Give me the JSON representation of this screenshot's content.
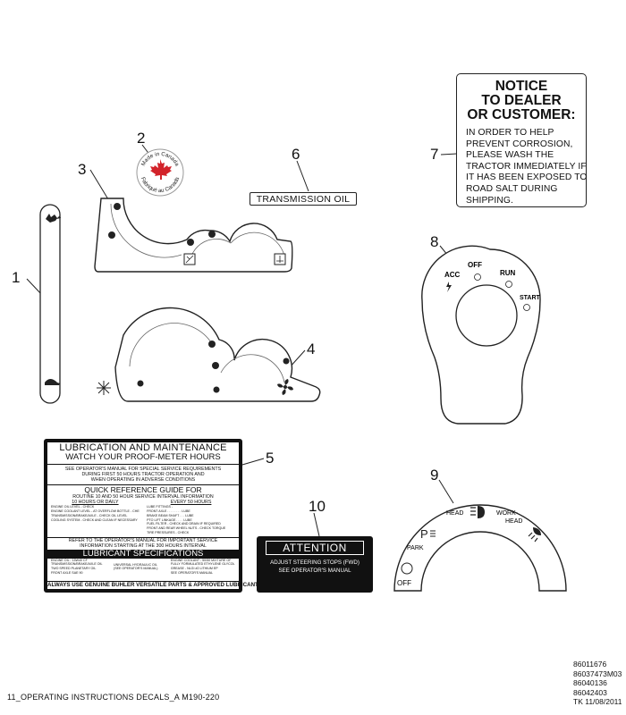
{
  "callouts": [
    "1",
    "2",
    "3",
    "4",
    "5",
    "6",
    "7",
    "8",
    "9",
    "10"
  ],
  "decal_2": {
    "top_text": "Made in Canada",
    "bottom_text": "Fabriqué au Canada",
    "leaf_color": "#d2232a"
  },
  "decal_6": {
    "text": "TRANSMISSION OIL"
  },
  "decal_7": {
    "title": [
      "NOTICE",
      "TO DEALER",
      "OR CUSTOMER:"
    ],
    "body": [
      "IN ORDER TO HELP",
      "PREVENT  CORROSION,",
      "PLEASE WASH THE",
      "TRACTOR IMMEDIATELY IF",
      "IT HAS BEEN EXPOSED TO",
      "ROAD SALT DURING",
      "SHIPPING."
    ]
  },
  "decal_8": {
    "labels": {
      "acc": "ACC",
      "off": "OFF",
      "run": "RUN",
      "start": "START"
    }
  },
  "decal_9": {
    "labels": {
      "off": "OFF",
      "park": "PARK",
      "head": "HEAD",
      "work_head": [
        "WORK-",
        "HEAD"
      ]
    }
  },
  "decal_5": {
    "title": "LUBRICATION AND MAINTENANCE",
    "subtitle": "WATCH YOUR PROOF-METER HOURS",
    "notice": [
      "SEE OPERATOR'S MANUAL FOR SPECIAL SERVICE REQUIREMENTS",
      "DURING FIRST 50 HOURS TRACTOR OPERATION AND",
      "WHEN OPERATING IN ADVERSE CONDITIONS"
    ],
    "guide_title": "QUICK REFERENCE GUIDE FOR",
    "guide_sub": "ROUTINE 10 AND 50 HOUR SERVICE INTERVAL INFORMATION",
    "col_left_head": "10 HOURS OR DAILY",
    "col_right_head": "EVERY 50 HOURS",
    "col_left": [
      "ENGINE OIL LEVEL - CHECK",
      "ENGINE COOLANT LEVEL - AT OVERFLOW BOTTLE - CHECK",
      "TRANSMISSION/BRAKE/AXLE - CHECK OIL LEVEL",
      "COOLING SYSTEM - CHECK AND CLEAN IF NECESSARY"
    ],
    "col_right": [
      "LUBE FITTINGS -",
      "FRONT AXLE . . . . . . . . LUBE",
      "BRAKE BEAM SHAFT . . . LUBE",
      "PTO LIFT LINKAGE . . . . LUBE",
      "FUEL FILTER - CHECK AND DRAIN IF REQUIRED",
      "FRONT AND REAR WHEEL NUTS - CHECK TORQUE",
      "TIRE PRESSURES - CHECK"
    ],
    "refer": [
      "REFER TO THE OPERATOR'S MANUAL FOR IMPORTANT SERVICE",
      "INFORMATION STARTING AT THE 300 HOURS INTERVAL"
    ],
    "spec_title": "LUBRICANT SPECIFICATIONS",
    "spec_left": [
      "ENGINE OIL - 15W40 CF",
      "TRANSMISSION/BRAKE/AXLE OIL",
      "TWO SPEED PLANETARY OIL",
      "FRONT AXLE SAE 90"
    ],
    "spec_mid": [
      "UNIVERSAL HYDRAULIC OIL",
      "(SEE OPERATOR'S MANUAL)"
    ],
    "spec_right": [
      "ENGINE COOLANT - 50/50 MIXTURE OF",
      "FULLY FORMULATED ETHYLENE GLYCOL & WATER",
      "GREASE - NLGI #2 LITHIUM EP",
      "SEE OPERATOR'S MANUAL"
    ],
    "footer": "ALWAYS USE GENUINE BUHLER VERSATILE PARTS & APPROVED LUBRICANTS"
  },
  "decal_10": {
    "head": "ATTENTION",
    "line1": "ADJUST STEERING STOPS (FWD)",
    "line2": "SEE OPERATOR'S MANUAL"
  },
  "footer": {
    "caption": "11_OPERATING INSTRUCTIONS DECALS_A M190-220",
    "part_numbers": [
      "86011676",
      "86037473M03",
      "86040136",
      "86042403",
      "TK 11/08/2011"
    ]
  }
}
